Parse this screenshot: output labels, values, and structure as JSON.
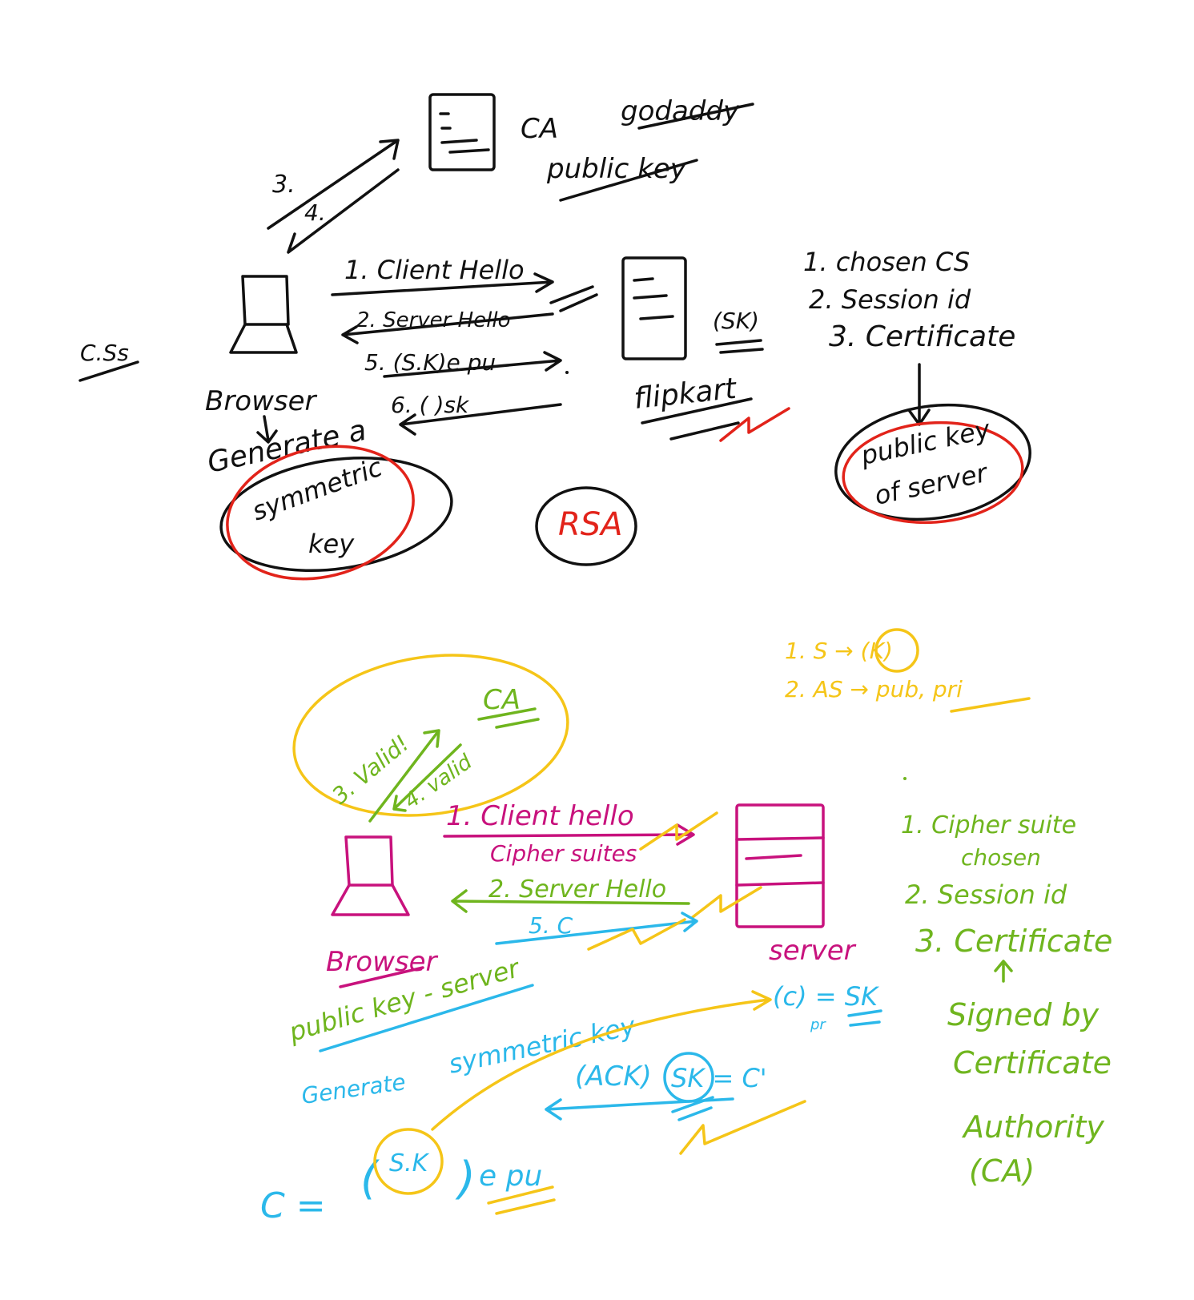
{
  "colors": {
    "ink": "#111111",
    "red": "#e2231a",
    "yellow": "#f5c518",
    "green": "#6fb51e",
    "magenta": "#c8127d",
    "cyan": "#2bb8ea",
    "background": "#ffffff"
  },
  "top": {
    "ca": "CA",
    "godaddy": "godaddy",
    "public_key": "public key",
    "step3": "3.",
    "step4": "4.",
    "msg1": "1. Client Hello",
    "msg2": "2. Server Hello",
    "msg5": "5. (S.K)e pu",
    "msg6": "6. (   )sk",
    "cfs": "C.Ss",
    "browser": "Browser",
    "generate": "Generate a",
    "symmetric1": "symmetric",
    "symmetric2": "key",
    "server": "flipkart",
    "sk": "(SK)",
    "rsa": "RSA",
    "list1": "1. chosen CS",
    "list2": "2. Session id",
    "list3": "3. Certificate",
    "pubkey1": "public key",
    "pubkey2": "of server"
  },
  "bottom": {
    "legend1": "1. S  →  (K)",
    "legend2": "2. AS  →  pub, pri",
    "ca": "CA",
    "valid1": "3. Valid!",
    "valid2": "4. valid",
    "msg1": "1. Client hello",
    "cipher_suites": "Cipher suites",
    "msg2": "2. Server Hello",
    "msg5": "5. C",
    "browser": "Browser",
    "server": "server",
    "pubkey_server": "public key - server",
    "generate": "Generate",
    "symmetric": "symmetric key",
    "decrypt": "(c) = SK",
    "decrypt_sub": "pr",
    "ack": "(ACK)",
    "sk_eq": "SK = C'",
    "c_eq": "C  =",
    "sk": "S.K",
    "e_pu": "e pu",
    "list1": "1. Cipher suite",
    "list1b": "chosen",
    "list2": "2. Session id",
    "list3": "3. Certificate",
    "signed1": "Signed by",
    "signed2": "Certificate",
    "authority": "Authority",
    "ca_paren": "(CA)"
  }
}
